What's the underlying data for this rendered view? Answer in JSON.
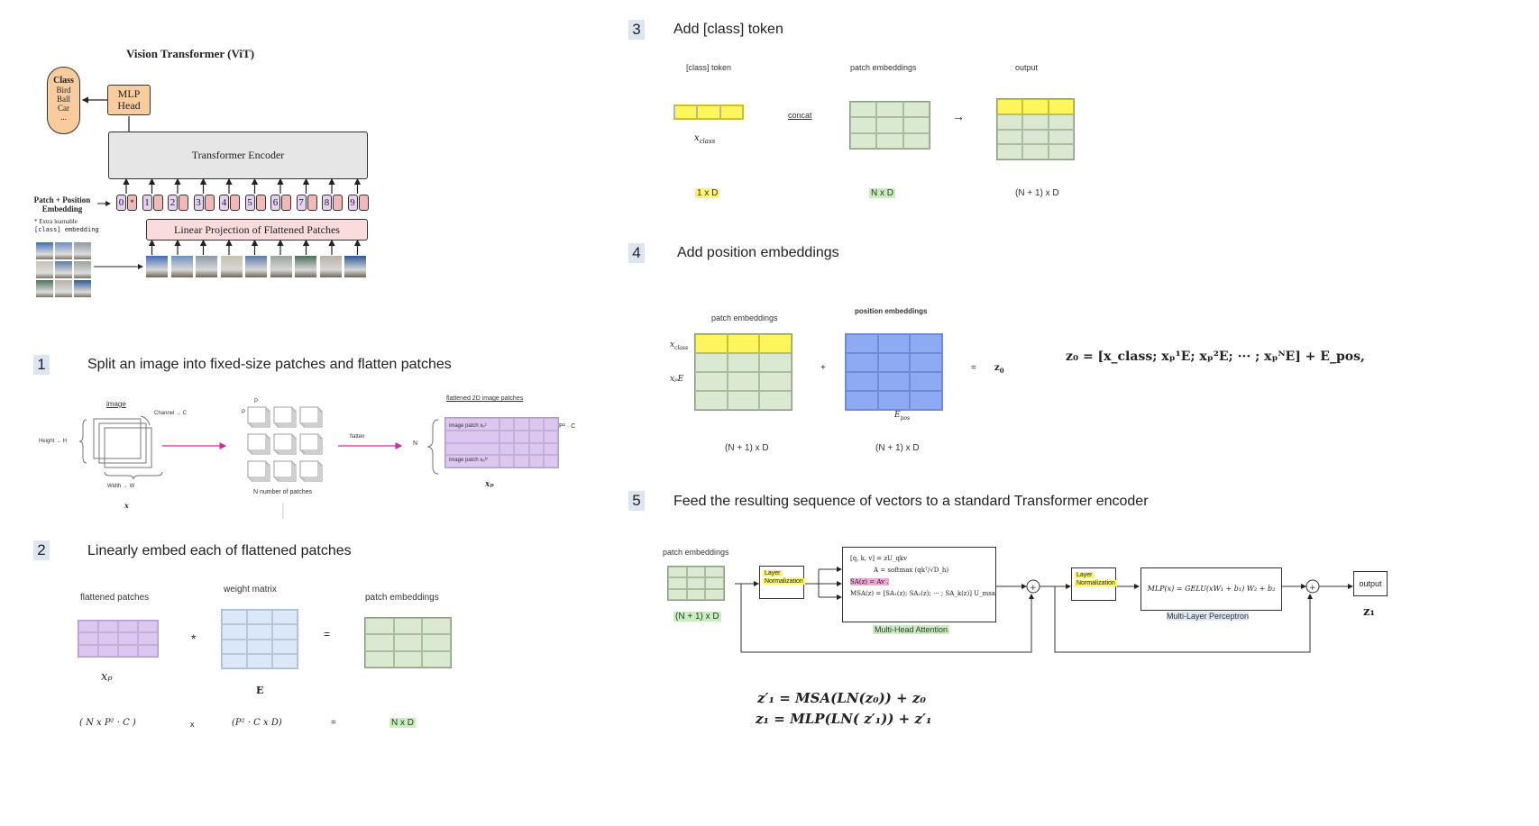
{
  "vit": {
    "title": "Vision Transformer (ViT)",
    "class_box": [
      "Class",
      "Bird",
      "Ball",
      "Car",
      "..."
    ],
    "mlp_head": [
      "MLP",
      "Head"
    ],
    "encoder": "Transformer Encoder",
    "patch_pos_label": [
      "Patch + Position",
      "Embedding"
    ],
    "extra_note": [
      "* Extra learnable",
      "[class] embedding"
    ],
    "linear_proj": "Linear Projection of Flattened Patches",
    "tokens": [
      "0*",
      "1",
      "2",
      "3",
      "4",
      "5",
      "6",
      "7",
      "8",
      "9"
    ]
  },
  "step1": {
    "num": "1",
    "title": "Split an image into fixed-size patches and flatten patches",
    "image_label": "image",
    "channel": "Channel → C",
    "height": "Height → H",
    "width": "Width → W",
    "x": "x",
    "p": "P",
    "n_patches": "N number of patches",
    "flatten": "flatten",
    "flat_title": "flattened 2D image patches",
    "patch1": "image patch  xₚ¹",
    "patchN": "image patch xₚᴺ",
    "n": "N",
    "p2c": "→  P² · C",
    "xp": "xₚ"
  },
  "step2": {
    "num": "2",
    "title": "Linearly embed each of flattened patches",
    "flat_patches": "flattened patches",
    "weight": "weight matrix",
    "patch_emb": "patch embeddings",
    "star": "*",
    "eq": "=",
    "xp": "xₚ",
    "E": "E",
    "dim1": "( N x P² · C )",
    "x": "x",
    "dim2": "(P² · C x D)",
    "eq2": "=",
    "dim3": "N x D"
  },
  "step3": {
    "num": "3",
    "title": "Add [class] token",
    "class_token": "[class] token",
    "patch_emb": "patch embeddings",
    "output": "output",
    "concat": "concat",
    "arrow": "→",
    "xclass": "x",
    "xclass_sub": "class",
    "dim1": "1 x D",
    "dim2": "N x D",
    "dim3": "(N + 1) x D"
  },
  "step4": {
    "num": "4",
    "title": "Add position embeddings",
    "patch_emb": "patch embeddings",
    "pos_emb": "position embeddings",
    "xclass": "x",
    "xclass_sub": "class",
    "xpE": "xₚE",
    "plus": "+",
    "eq": "=",
    "z0": "z",
    "z0_sub": "0",
    "epos": "E",
    "epos_sub": "pos",
    "dim1": "(N + 1) x D",
    "dim2": "(N + 1) x D",
    "formula": "z₀ = [x_class; xₚ¹E; xₚ²E; ··· ; xₚᴺE] + E_pos,"
  },
  "step5": {
    "num": "5",
    "title": "Feed the resulting sequence of vectors to a standard Transformer encoder",
    "patch_emb": "patch embeddings",
    "dim": "(N + 1) x D",
    "layer_norm": [
      "Layer",
      "Normalization"
    ],
    "attn_lines": [
      "[q, k, v] = zU_qkv",
      "A = softmax (qkᵀ/√D_h)",
      "SA(z) = Av .",
      "MSA(z) = [SA₁(z); SA₂(z); ··· ; SA_k(z)] U_msa"
    ],
    "mha": "Multi-Head Attention",
    "mlp_formula": "MLP(x) = GELU(xW₁ + b₁) W₂ + b₂",
    "mlp": "Multi-Layer Perceptron",
    "output": "output",
    "z1": "z₁",
    "eq1": "z′₁ = MSA(LN(z₀)) + z₀",
    "eq2": "z₁ = MLP(LN( z′₁)) + z′₁"
  },
  "colors": {
    "yellow": "#fff55c",
    "green": "#dbe9d2",
    "purple": "#dcc8ef",
    "blue": "#dce8f7",
    "pos": "#8eaaf2",
    "magenta_arrow": "#d12aa8"
  }
}
